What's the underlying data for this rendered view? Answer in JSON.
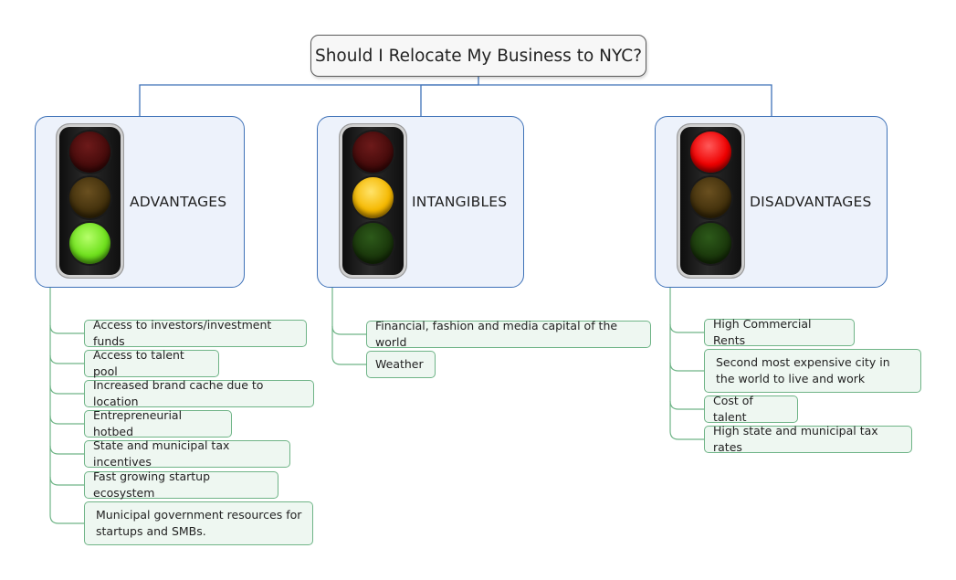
{
  "root": {
    "title": "Should I Relocate My Business to NYC?"
  },
  "colors": {
    "branch_border": "#3f72b8",
    "branch_fill": "#edf2fb",
    "leaf_border": "#6fb487",
    "leaf_fill": "#eef7f1",
    "connector": "#3f72b8",
    "leaf_connector": "#6fb487"
  },
  "branches": [
    {
      "label": "ADVANTAGES",
      "icon": "traffic-light-green-icon",
      "items": [
        "Access to investors/investment funds",
        "Access to talent pool",
        "Increased brand cache due to location",
        "Entrepreneurial hotbed",
        "State and municipal tax incentives",
        "Fast growing startup ecosystem",
        "Municipal government resources for startups and SMBs."
      ]
    },
    {
      "label": "INTANGIBLES",
      "icon": "traffic-light-yellow-icon",
      "items": [
        "Financial, fashion and media capital of the world",
        "Weather"
      ]
    },
    {
      "label": "DISADVANTAGES",
      "icon": "traffic-light-red-icon",
      "items": [
        "High Commercial Rents",
        "Second most expensive city in the world to live and work",
        "Cost of talent",
        "High state and municipal tax rates"
      ]
    }
  ]
}
